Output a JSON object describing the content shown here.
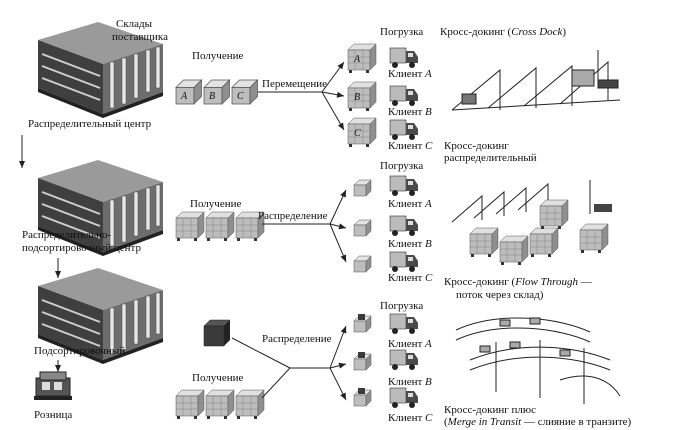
{
  "labels": {
    "supplier_warehouses_line1": "Склады",
    "supplier_warehouses_line2": "поставщика",
    "distribution_center": "Распределительный центр",
    "dist_sort_center_line1": "Распределительно-",
    "dist_sort_center_line2": "подсортировочный центр",
    "sorting_center": "Подсортировочный",
    "retail": "Розница"
  },
  "rows": [
    {
      "receiving": "Получение",
      "action": "Перемещение",
      "loading": "Погрузка",
      "clients": [
        "Клиент A",
        "Клиент B",
        "Клиент C"
      ],
      "client_names": [
        "Клиент",
        "Клиент",
        "Клиент"
      ],
      "client_letters": [
        "A",
        "B",
        "C"
      ],
      "box_letters": [
        "A",
        "B",
        "C"
      ],
      "title_prefix": "Кросс-докинг (",
      "title_italic": "Cross Dock",
      "title_suffix": ")",
      "title_line2": ""
    },
    {
      "receiving": "Получение",
      "action": "Распределение",
      "loading": "Погрузка",
      "client_names": [
        "Клиент",
        "Клиент",
        "Клиент"
      ],
      "client_letters": [
        "A",
        "B",
        "C"
      ],
      "title_line0": "Кросс-докинг",
      "title_line0b": "распределительный",
      "title_prefix": "Кросс-докинг (",
      "title_italic": "Flow Through",
      "title_suffix": " —",
      "title_line2": "поток через склад)"
    },
    {
      "receiving": "Получение",
      "action": "Распределение",
      "loading": "Погрузка",
      "client_names": [
        "Клиент",
        "Клиент",
        "Клиент"
      ],
      "client_letters": [
        "A",
        "B",
        "C"
      ],
      "title_prefix": "Кросс-докинг плюс",
      "title_line2_prefix": "(",
      "title_italic": "Merge in Transit",
      "title_line2_suffix": " — слияние в транзите)"
    }
  ],
  "colors": {
    "building_dark": "#4a4a4a",
    "building_light": "#d9d9d9",
    "box_face": "#bdbdbd",
    "box_top": "#e3e3e3",
    "box_side": "#8f8f8f",
    "dark_box": "#3a3a3a"
  }
}
